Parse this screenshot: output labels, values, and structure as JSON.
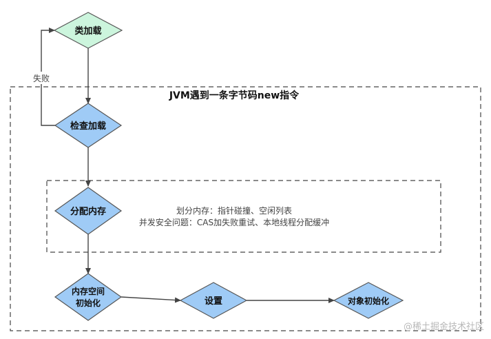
{
  "diagram": {
    "outer_box_title": "JVM遇到一条字节码new指令",
    "inner_box_lines": [
      "划分内存：指针碰撞、空闲列表",
      "并发安全问题：CAS加失败重试、本地线程分配缓冲"
    ],
    "nodes": {
      "class_loading": "类加载",
      "check_loading": "检查加载",
      "allocate_memory": "分配内存",
      "init_memory": [
        "内存空间",
        "初始化"
      ],
      "setup": "设置",
      "object_init": "对象初始化"
    },
    "edge_labels": {
      "fail": "失败"
    }
  },
  "colors": {
    "start_fill": "#ccf5dd",
    "node_fill": "#9fcbf6",
    "node_stroke": "#555555",
    "line": "#444444",
    "dashed_border": "#444444",
    "text": "#111111",
    "muted_text": "#444444"
  },
  "watermark": "@稀土掘金技术社区"
}
